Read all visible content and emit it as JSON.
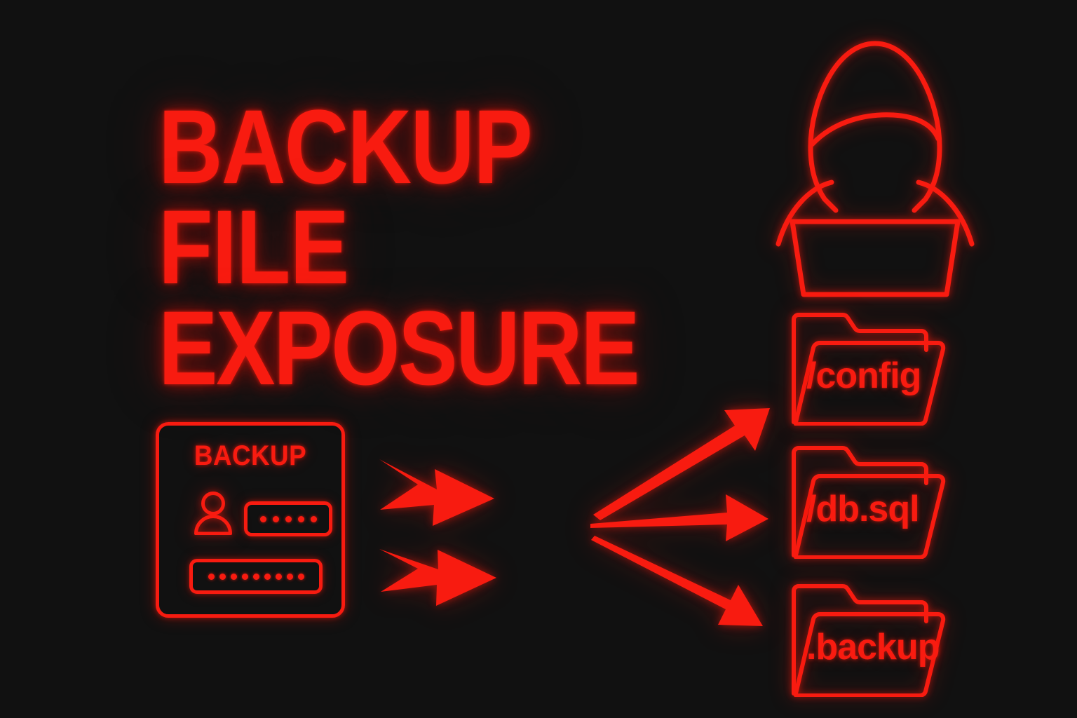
{
  "theme": {
    "background": "#111111",
    "accent_red": "#f81b10",
    "glow": "#e6140a"
  },
  "title": {
    "line1": "BACKUP",
    "line2": "FILE",
    "line3": "EXPOSURE"
  },
  "backup_card": {
    "label": "BACKUP",
    "user_icon": "user-avatar-icon",
    "password_field_top": {
      "name": "password-field",
      "dot_count": 5,
      "masked_value": "•••••"
    },
    "password_field_bottom": {
      "name": "password-field-long",
      "dot_count": 9,
      "masked_value": "•••••••••"
    }
  },
  "hacker": {
    "icon": "hooded-hacker-with-laptop-icon",
    "parts": [
      "hood",
      "face-opening",
      "shoulders",
      "laptop"
    ]
  },
  "arrows": {
    "inbound": [
      {
        "name": "arrow-inbound-upper",
        "direction": "right"
      },
      {
        "name": "arrow-inbound-lower",
        "direction": "right"
      }
    ],
    "outbound": [
      {
        "name": "arrow-to-config",
        "direction": "up-right",
        "target": "/config"
      },
      {
        "name": "arrow-to-db-sql",
        "direction": "right",
        "target": "/db.sql"
      },
      {
        "name": "arrow-to-backup",
        "direction": "down-right",
        "target": ".backup"
      }
    ]
  },
  "folders": [
    {
      "name": "folder-config",
      "label": "/config",
      "icon": "folder-icon"
    },
    {
      "name": "folder-db-sql",
      "label": "/db.sql",
      "icon": "folder-icon"
    },
    {
      "name": "folder-backup",
      "label": ".backup",
      "icon": "folder-icon"
    }
  ]
}
